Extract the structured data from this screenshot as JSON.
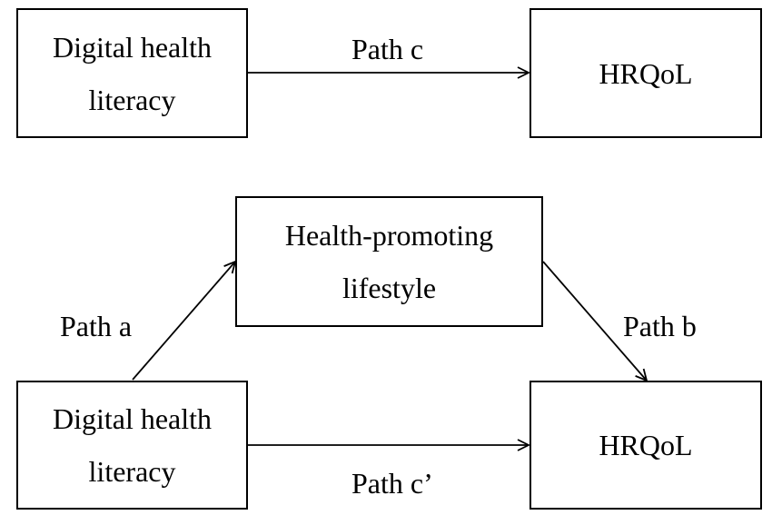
{
  "top_model": {
    "predictor": "Digital health\nliteracy",
    "outcome": "HRQoL",
    "path_c": "Path c"
  },
  "bottom_model": {
    "mediator": "Health-promoting\nlifestyle",
    "predictor": "Digital health\nliteracy",
    "outcome": "HRQoL",
    "path_a": "Path a",
    "path_b": "Path b",
    "path_c_prime": "Path c’"
  },
  "colors": {
    "line": "#000000",
    "background": "#ffffff"
  }
}
